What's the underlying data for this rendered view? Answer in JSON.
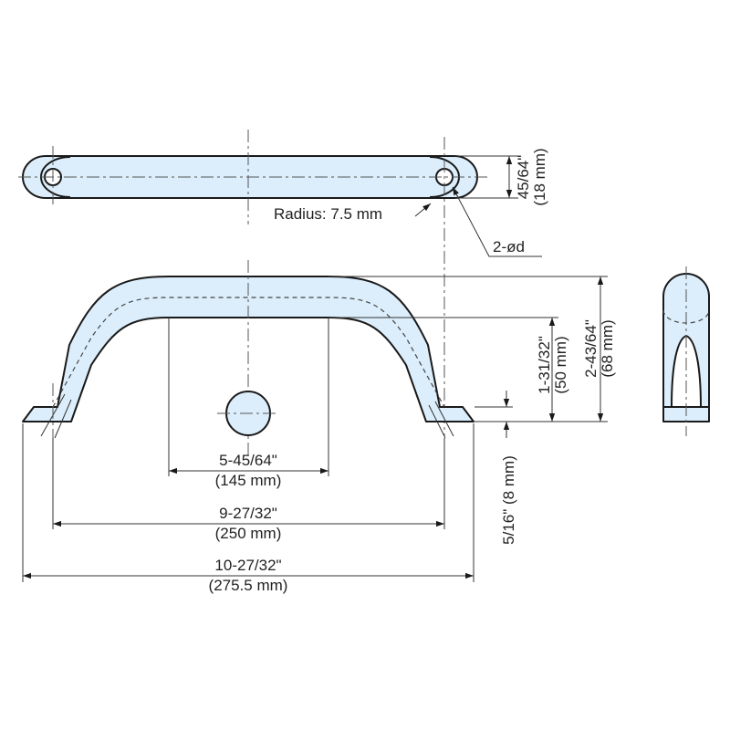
{
  "colors": {
    "fill": "#dceefb",
    "line": "#1a1a1a"
  },
  "labels": {
    "radius": "Radius: 7.5 mm",
    "hole": "2-ød",
    "bar_h_in": "45/64\"",
    "bar_h_mm": "(18 mm)",
    "inner_h_in": "1-31/32\"",
    "inner_h_mm": "(50 mm)",
    "total_h_in": "2-43/64\"",
    "total_h_mm": "(68 mm)",
    "base_h": "5/16\" (8 mm)",
    "grip_w_in": "5-45/64\"",
    "grip_w_mm": "(145 mm)",
    "pitch_in": "9-27/32\"",
    "pitch_mm": "(250 mm)",
    "overall_in": "10-27/32\"",
    "overall_mm": "(275.5 mm)"
  }
}
